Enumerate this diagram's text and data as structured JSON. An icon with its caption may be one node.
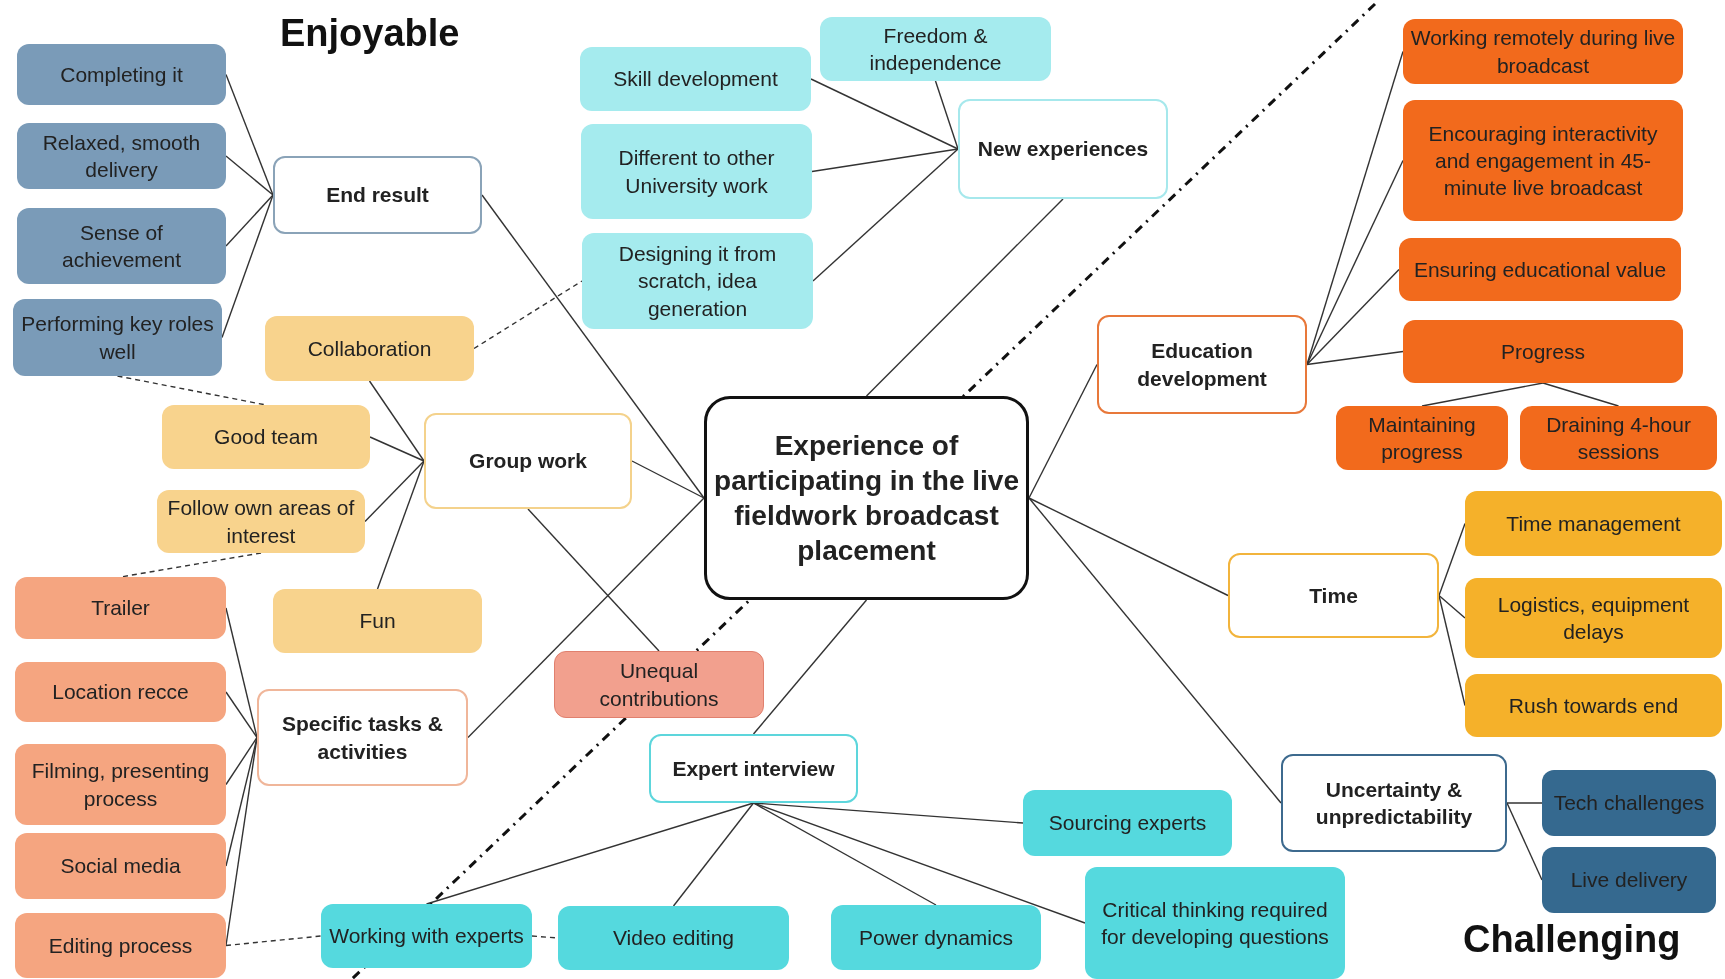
{
  "diagram": {
    "nodes": [
      {
        "text": [
          "Experience of participating in the live fieldwork broadcast placement"
        ]
      },
      {
        "text": [
          "End result"
        ]
      },
      {
        "text": [
          "Completing it"
        ]
      },
      {
        "text": [
          "Relaxed, smooth delivery"
        ]
      },
      {
        "text": [
          "Sense of achievement"
        ]
      },
      {
        "text": [
          "Performing key roles well"
        ]
      },
      {
        "text": [
          "Group work"
        ]
      },
      {
        "text": [
          "Collaboration"
        ]
      },
      {
        "text": [
          "Good team"
        ]
      },
      {
        "text": [
          "Follow own areas of interest"
        ]
      },
      {
        "text": [
          "Fun"
        ]
      },
      {
        "text": [
          "Specific tasks & activities"
        ]
      },
      {
        "text": [
          "Trailer"
        ]
      },
      {
        "text": [
          "Location recce"
        ]
      },
      {
        "text": [
          "Filming, presenting process"
        ]
      },
      {
        "text": [
          "Social media"
        ]
      },
      {
        "text": [
          "Editing process"
        ]
      },
      {
        "text": [
          "Unequal contributions"
        ]
      },
      {
        "text": [
          "New experiences"
        ]
      },
      {
        "text": [
          "Skill development"
        ]
      },
      {
        "text": [
          "Freedom & independence"
        ]
      },
      {
        "text": [
          "Different to other University work"
        ]
      },
      {
        "text": [
          "Designing it from scratch, idea generation"
        ]
      },
      {
        "text": [
          "Education development"
        ]
      },
      {
        "text": [
          "Working remotely during live broadcast"
        ]
      },
      {
        "text": [
          "Encouraging interactivity and engagement in 45-minute live broadcast"
        ]
      },
      {
        "text": [
          "Ensuring educational value"
        ]
      },
      {
        "text": [
          "Progress"
        ]
      },
      {
        "text": [
          "Maintaining progress"
        ]
      },
      {
        "text": [
          "Draining 4-hour sessions"
        ]
      },
      {
        "text": [
          "Time"
        ]
      },
      {
        "text": [
          "Time management"
        ]
      },
      {
        "text": [
          "Logistics, equipment delays"
        ]
      },
      {
        "text": [
          "Rush towards end"
        ]
      },
      {
        "text": [
          "Uncertainty & unpredictability"
        ]
      },
      {
        "text": [
          "Tech challenges"
        ]
      },
      {
        "text": [
          "Live delivery"
        ]
      },
      {
        "text": [
          "Expert interview"
        ]
      },
      {
        "text": [
          "Sourcing experts"
        ]
      },
      {
        "text": [
          "Critical thinking required for developing questions"
        ]
      },
      {
        "text": [
          "Power dynamics"
        ]
      },
      {
        "text": [
          "Video editing"
        ]
      },
      {
        "text": [
          "Working with experts"
        ]
      }
    ],
    "edges": [
      {
        "from": 0,
        "to": 1,
        "arrow": "none"
      },
      {
        "from": 0,
        "to": 6,
        "arrow": "none"
      },
      {
        "from": 0,
        "to": 11,
        "arrow": "none"
      },
      {
        "from": 0,
        "to": 18,
        "arrow": "none"
      },
      {
        "from": 0,
        "to": 23,
        "arrow": "none"
      },
      {
        "from": 0,
        "to": 30,
        "arrow": "none"
      },
      {
        "from": 0,
        "to": 34,
        "arrow": "none"
      },
      {
        "from": 0,
        "to": 37,
        "arrow": "none"
      },
      {
        "from": 1,
        "to": 2,
        "arrow": "none"
      },
      {
        "from": 1,
        "to": 3,
        "arrow": "none"
      },
      {
        "from": 1,
        "to": 4,
        "arrow": "none"
      },
      {
        "from": 1,
        "to": 5,
        "arrow": "none"
      },
      {
        "from": 6,
        "to": 7,
        "arrow": "none"
      },
      {
        "from": 6,
        "to": 8,
        "arrow": "none"
      },
      {
        "from": 6,
        "to": 9,
        "arrow": "none"
      },
      {
        "from": 6,
        "to": 10,
        "arrow": "none"
      },
      {
        "from": 6,
        "to": 17,
        "arrow": "none"
      },
      {
        "from": 11,
        "to": 12,
        "arrow": "none"
      },
      {
        "from": 11,
        "to": 13,
        "arrow": "none"
      },
      {
        "from": 11,
        "to": 14,
        "arrow": "none"
      },
      {
        "from": 11,
        "to": 15,
        "arrow": "none"
      },
      {
        "from": 11,
        "to": 16,
        "arrow": "none"
      },
      {
        "from": 18,
        "to": 19,
        "arrow": "none"
      },
      {
        "from": 18,
        "to": 20,
        "arrow": "none"
      },
      {
        "from": 18,
        "to": 21,
        "arrow": "none"
      },
      {
        "from": 18,
        "to": 22,
        "arrow": "none"
      },
      {
        "from": 23,
        "to": 24,
        "arrow": "none"
      },
      {
        "from": 23,
        "to": 25,
        "arrow": "none"
      },
      {
        "from": 23,
        "to": 26,
        "arrow": "none"
      },
      {
        "from": 23,
        "to": 27,
        "arrow": "none"
      },
      {
        "from": 27,
        "to": 28,
        "arrow": "none"
      },
      {
        "from": 27,
        "to": 29,
        "arrow": "none"
      },
      {
        "from": 30,
        "to": 31,
        "arrow": "none"
      },
      {
        "from": 30,
        "to": 32,
        "arrow": "none"
      },
      {
        "from": 30,
        "to": 33,
        "arrow": "none"
      },
      {
        "from": 34,
        "to": 35,
        "arrow": "none"
      },
      {
        "from": 34,
        "to": 36,
        "arrow": "none"
      },
      {
        "from": 37,
        "to": 38,
        "arrow": "none"
      },
      {
        "from": 37,
        "to": 39,
        "arrow": "none"
      },
      {
        "from": 37,
        "to": 40,
        "arrow": "none"
      },
      {
        "from": 37,
        "to": 41,
        "arrow": "none"
      },
      {
        "from": 37,
        "to": 42,
        "arrow": "none"
      },
      {
        "from": 7,
        "to": 22,
        "arrow": "none",
        "style": "dashed"
      },
      {
        "from": 5,
        "to": 8,
        "arrow": "none",
        "style": "dashed"
      },
      {
        "from": 9,
        "to": 12,
        "arrow": "none",
        "style": "dashed"
      },
      {
        "from": 16,
        "to": 42,
        "arrow": "none",
        "style": "dashed"
      },
      {
        "from": 42,
        "to": 41,
        "arrow": "none",
        "style": "dashed"
      }
    ],
    "labels": [
      "Enjoyable",
      "Challenging"
    ]
  }
}
